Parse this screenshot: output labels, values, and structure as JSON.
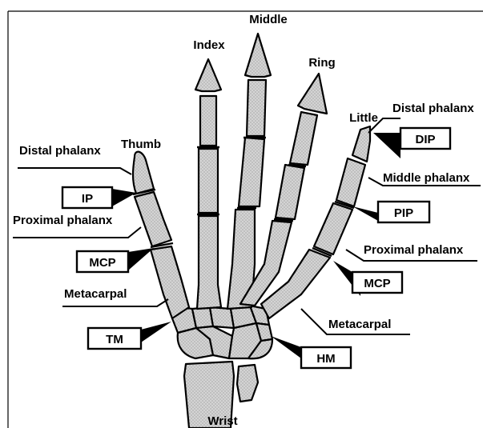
{
  "fingers": {
    "thumb": "Thumb",
    "index": "Index",
    "middle": "Middle",
    "ring": "Ring",
    "little": "Little"
  },
  "bones": {
    "distal_phalanx_thumb": "Distal phalanx",
    "proximal_phalanx_thumb": "Proximal phalanx",
    "metacarpal_thumb": "Metacarpal",
    "distal_phalanx_little": "Distal phalanx",
    "middle_phalanx": "Middle phalanx",
    "proximal_phalanx_little": "Proximal phalanx",
    "metacarpal_little": "Metacarpal",
    "wrist": "Wrist"
  },
  "joints": {
    "ip": "IP",
    "mcp_thumb": "MCP",
    "tm": "TM",
    "dip": "DIP",
    "pip": "PIP",
    "mcp_little": "MCP",
    "hm": "HM"
  }
}
